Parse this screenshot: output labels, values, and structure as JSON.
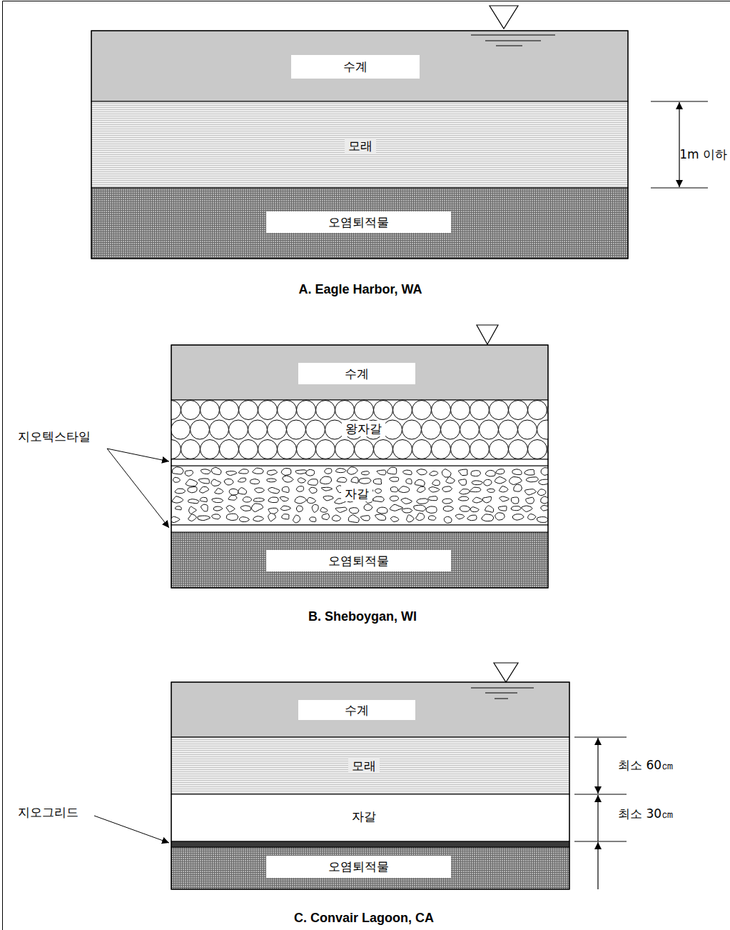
{
  "diagram": {
    "nodes": [
      {
        "text": [
          "수계"
        ]
      },
      {
        "text": [
          "모래"
        ]
      },
      {
        "text": [
          "오염퇴적물"
        ]
      },
      {
        "text": [
          "수계"
        ]
      },
      {
        "text": [
          "왕자갈"
        ]
      },
      {
        "text": [
          "자갈"
        ]
      },
      {
        "text": [
          "오염퇴적물"
        ]
      },
      {
        "text": [
          "수계"
        ]
      },
      {
        "text": [
          "모래"
        ]
      },
      {
        "text": [
          "자갈"
        ]
      },
      {
        "text": [
          "오염퇴적물"
        ]
      }
    ],
    "labels": [
      "1m 이하",
      "A. Eagle Harbor, WA",
      "지오텍스타일",
      "B. Sheboygan, WI",
      "지오그리드",
      "최소 60㎝",
      "최소 30㎝",
      "C. Convair Lagoon, CA"
    ]
  }
}
